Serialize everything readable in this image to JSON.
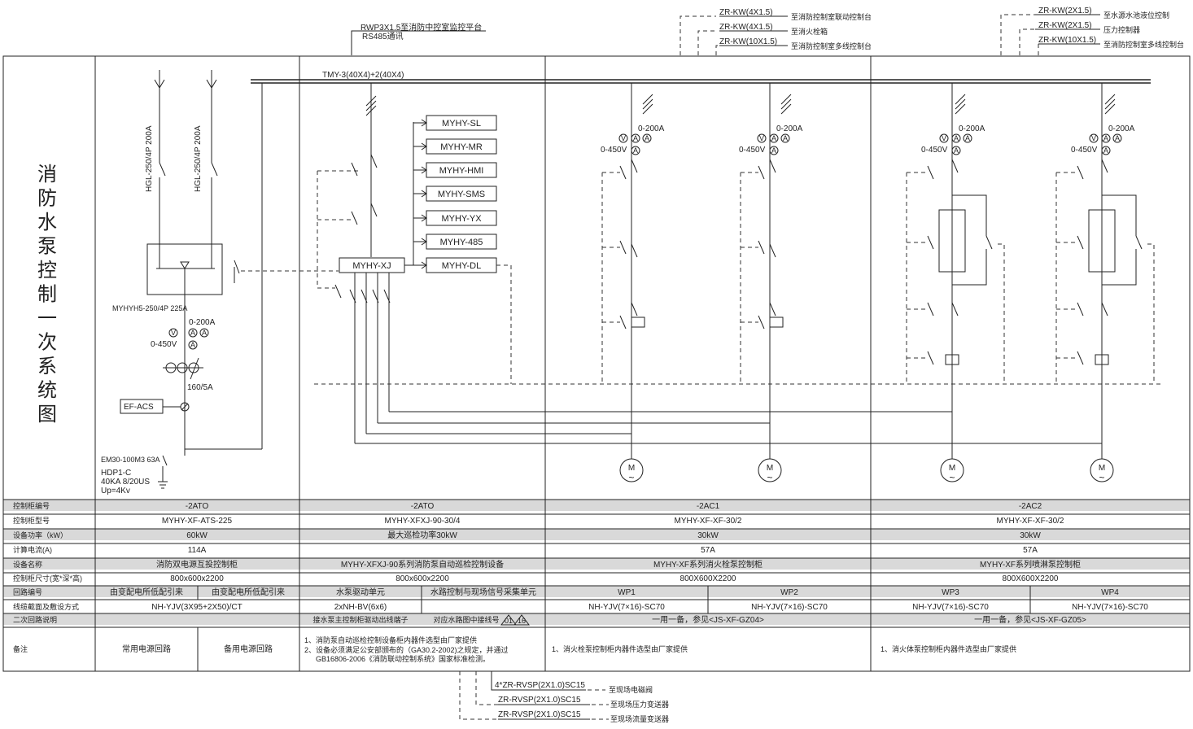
{
  "title_chars": [
    "消",
    "防",
    "水",
    "泵",
    "控",
    "制",
    "一",
    "次",
    "系",
    "统",
    "图"
  ],
  "top_notes": {
    "rwp_line1": "RWP3X1.5至消防中控室监控平台",
    "rwp_line2": "RS485通讯",
    "group1": [
      {
        "cable": "ZR-KW(4X1.5)",
        "dest": "至消防控制室联动控制台"
      },
      {
        "cable": "ZR-KW(4X1.5)",
        "dest": "至消火栓箱"
      },
      {
        "cable": "ZR-KW(10X1.5)",
        "dest": "至消防控制室多线控制台"
      }
    ],
    "group2": [
      {
        "cable": "ZR-KW(2X1.5)",
        "dest": "至水源水池液位控制"
      },
      {
        "cable": "ZR-KW(2X1.5)",
        "dest": "压力控制器"
      },
      {
        "cable": "ZR-KW(10X1.5)",
        "dest": "至消防控制室多线控制台"
      }
    ]
  },
  "bus_label": "TMY-3(40X4)+2(40X4)",
  "ats": {
    "incomer1": "HGL-250/4P 200A",
    "incomer2": "HGL-250/4P 200A",
    "switch_label": "MYHYH5-250/4P 225A",
    "ammeter_range": "0-200A",
    "volt_range": "0-450V",
    "ct": "160/5A",
    "ef": "EF-ACS",
    "breaker": "EM30-100M3 63A",
    "spd1": "HDP1-C",
    "spd2": "40KA 8/20US",
    "spd3": "Up=4Kv"
  },
  "xj": {
    "main": "MYHY-XJ",
    "modules": [
      "MYHY-SL",
      "MYHY-MR",
      "MYHY-HMI",
      "MYHY-SMS",
      "MYHY-YX",
      "MYHY-485",
      "MYHY-DL"
    ]
  },
  "meters": {
    "amp_range": "0-200A",
    "volt_range": "0-450V",
    "v": "V",
    "a": "A"
  },
  "motor_symbol": "M",
  "motor_tilde": "~",
  "table": {
    "labels": [
      "控制柜编号",
      "控制柜型号",
      "设备功率（kW）",
      "计算电流(A)",
      "设备名称",
      "控制柜尺寸(宽*深*高)",
      "回路编号",
      "线缆截面及敷设方式",
      "二次回路说明",
      "备注"
    ],
    "cabinet_no": [
      "-2ATO",
      "-2ATO",
      "-2AC1",
      "-2AC2"
    ],
    "model": [
      "MYHY-XF-ATS-225",
      "MYHY-XFXJ-90-30/4",
      "MYHY-XF-XF-30/2",
      "MYHY-XF-XF-30/2"
    ],
    "power": [
      "60kW",
      "最大巡检功率30kW",
      "30kW",
      "30kW"
    ],
    "current": [
      "114A",
      "",
      "57A",
      "57A"
    ],
    "name": [
      "消防双电源互投控制柜",
      "MYHY-XFXJ-90系列消防泵自动巡检控制设备",
      "MYHY-XF系列消火栓泵控制柜",
      "MYHY-XF系列喷淋泵控制柜"
    ],
    "size": [
      "800x600x2200",
      "800x600x2200",
      "800X600X2200",
      "800X600X2200"
    ],
    "circuits": [
      "由变配电所低配引来",
      "由变配电所低配引来",
      "水泵驱动单元",
      "水路控制与现场信号采集单元",
      "WP1",
      "WP2",
      "WP3",
      "WP4"
    ],
    "cables": [
      "NH-YJV(3X95+2X50)/CT",
      "2xNH-BV(6x6)",
      "NH-YJV(7×16)-SC70",
      "NH-YJV(7×16)-SC70",
      "NH-YJV(7×16)-SC70",
      "NH-YJV(7×16)-SC70"
    ],
    "secondary": [
      "接水泵主控制柜驱动出线端子",
      "对应水路图中接线号",
      "一用一备，参见<JS-XF-GZ04>",
      "一用一备，参见<JS-XF-GZ05>"
    ],
    "tri1": "01",
    "tri2": "16",
    "remarks_ats": [
      "常用电源回路",
      "备用电源回路"
    ],
    "remark_xj": [
      "1、消防泵自动巡检控制设备柜内器件选型由厂家提供",
      "2、设备必须满足公安部颁布的（GA30.2-2002)之规定，并通过",
      "GB16806-2006《消防联动控制系统》国家标准检测。"
    ],
    "remark_ac1": "1、消火栓泵控制柜内器件选型由厂家提供",
    "remark_ac2": "1、消火体泵控制柜内器件选型由厂家提供"
  },
  "bottom_notes": [
    {
      "cable": "4*ZR-RVSP(2X1.0)SC15",
      "dest": "至现场电磁阀"
    },
    {
      "cable": "ZR-RVSP(2X1.0)SC15",
      "dest": "至现场压力变送器"
    },
    {
      "cable": "ZR-RVSP(2X1.0)SC15",
      "dest": "至现场流量变送器"
    }
  ]
}
